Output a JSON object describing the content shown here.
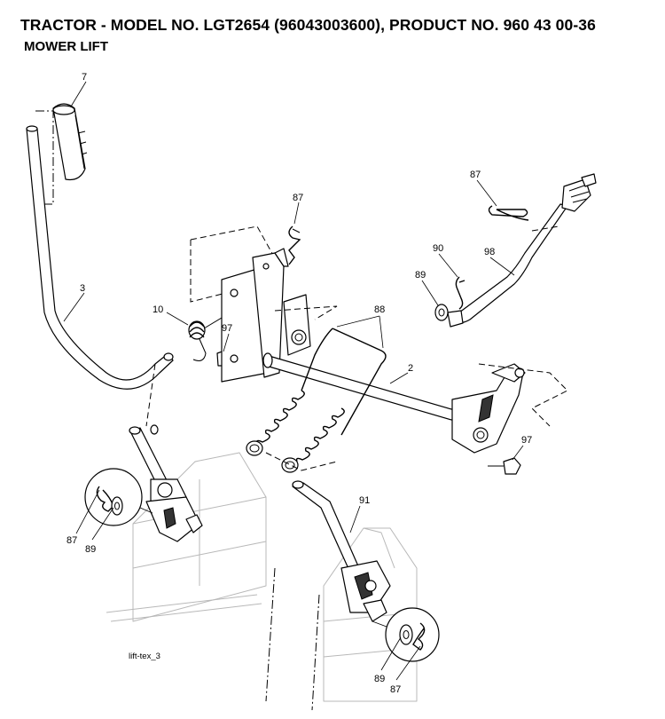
{
  "header": {
    "title": "TRACTOR - MODEL NO. LGT2654 (96043003600), PRODUCT NO. 960 43 00-36",
    "subtitle": "MOWER LIFT"
  },
  "callouts": {
    "c7": "7",
    "c3": "3",
    "c10": "10",
    "c97a": "97",
    "c87a": "87",
    "c88": "88",
    "c2": "2",
    "c87b": "87",
    "c90": "90",
    "c98": "98",
    "c89a": "89",
    "c97b": "97",
    "c87c": "87",
    "c89b": "89",
    "c91": "91",
    "c89c": "89",
    "c87d": "87"
  },
  "figure_ref": "lift-tex_3"
}
